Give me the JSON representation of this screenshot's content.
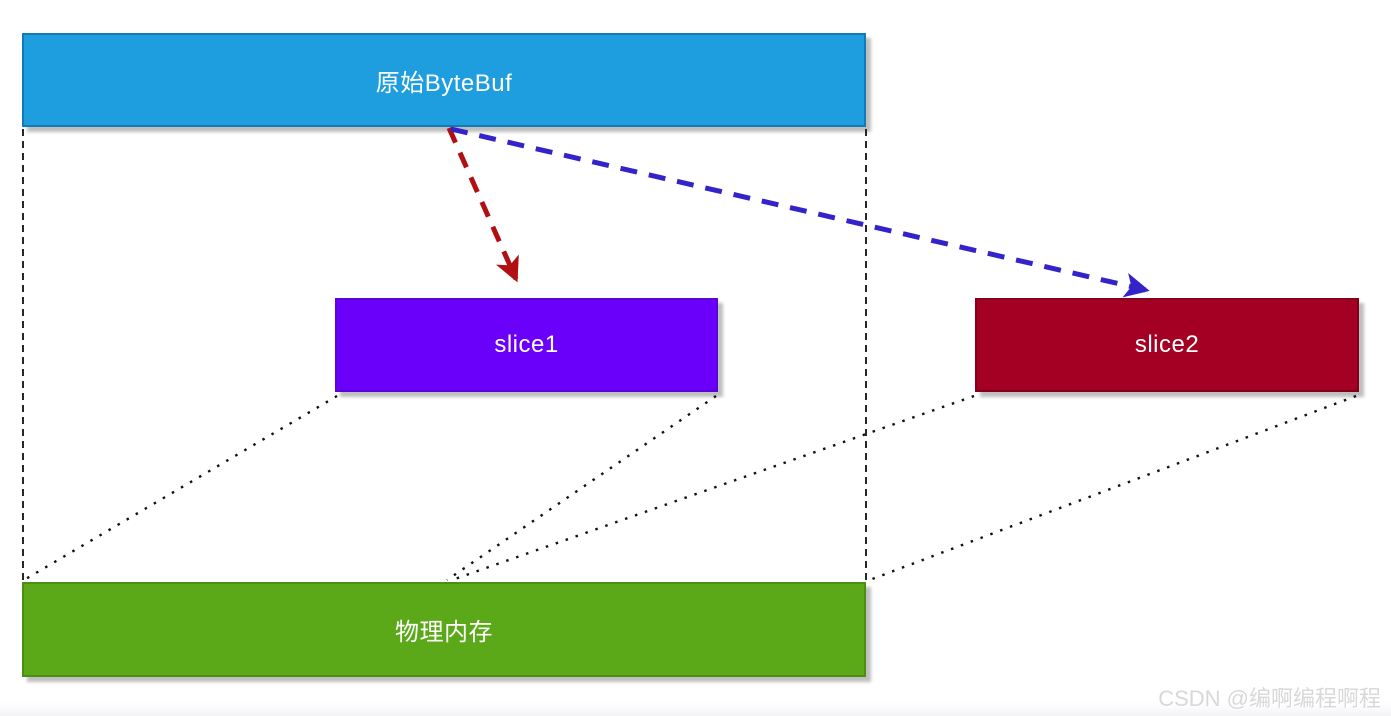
{
  "nodes": {
    "original": {
      "label": "原始ByteBuf",
      "fill": "#1E9EDF",
      "border": "#137AB8"
    },
    "slice1": {
      "label": "slice1",
      "fill": "#6B00FA",
      "border": "#5A05D8"
    },
    "slice2": {
      "label": "slice2",
      "fill": "#A40023",
      "border": "#82001C"
    },
    "memory": {
      "label": "物理内存",
      "fill": "#5BA819",
      "border": "#4B8E12"
    }
  },
  "edges": {
    "original_to_slice1": {
      "style": "dashed-arrow",
      "color": "#B20F12"
    },
    "original_to_slice2": {
      "style": "dashed-arrow",
      "color": "#3323C9"
    },
    "guide_lines": {
      "style": "dashed",
      "color": "#111111"
    },
    "memory_mappings": {
      "style": "dotted",
      "color": "#111111"
    }
  },
  "watermark": {
    "text": "CSDN @编啊编程啊程",
    "color": "#D8D8D8"
  }
}
